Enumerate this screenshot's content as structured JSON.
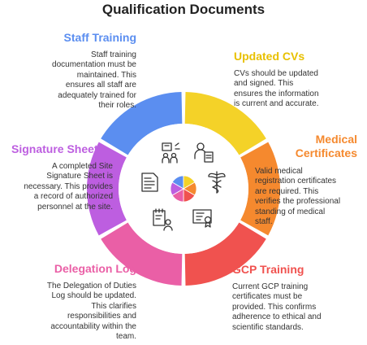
{
  "title": "Qualification Documents",
  "colors": {
    "staff_training": "#5b8ef0",
    "updated_cvs": "#f4d228",
    "medical_certificates": "#f5892e",
    "gcp_training": "#f0524f",
    "delegation_log": "#ea5fa6",
    "signature_sheet": "#bd5ee0"
  },
  "items": [
    {
      "key": "staff_training",
      "heading": "Staff Training",
      "color": "#5b8ef0",
      "icon": "training-icon",
      "lines": [
        "Staff training",
        "documentation must be",
        "maintained. This",
        "ensures all staff are",
        "adequately trained for",
        "their roles."
      ]
    },
    {
      "key": "updated_cvs",
      "heading": "Updated CVs",
      "color": "#f4d228",
      "icon": "cv-icon",
      "lines": [
        "CVs should be updated",
        "and signed. This",
        "ensures the information",
        "is current and accurate."
      ]
    },
    {
      "key": "medical_certificates",
      "heading_lines": [
        "Medical",
        "Certificates"
      ],
      "color": "#f5892e",
      "icon": "caduceus-icon",
      "lines": [
        "Valid medical",
        "registration certificates",
        "are required. This",
        "verifies the professional",
        "standing of medical",
        "staff."
      ]
    },
    {
      "key": "gcp_training",
      "heading": "GCP Training",
      "color": "#f0524f",
      "icon": "certificate-icon",
      "lines": [
        "Current GCP training",
        "certificates must be",
        "provided. This confirms",
        "adherence to ethical and",
        "scientific standards."
      ]
    },
    {
      "key": "delegation_log",
      "heading": "Delegation Log",
      "color": "#ea5fa6",
      "icon": "delegation-icon",
      "lines": [
        "The Delegation of Duties",
        "Log should be updated.",
        "This clarifies",
        "responsibilities and",
        "accountability within the",
        "team."
      ]
    },
    {
      "key": "signature_sheet",
      "heading": "Signature Sheet",
      "color": "#bd5ee0",
      "icon": "signature-icon",
      "lines": [
        "A completed Site",
        "Signature Sheet is",
        "necessary. This provides",
        "a record of authorized",
        "personnel at the site."
      ]
    }
  ]
}
